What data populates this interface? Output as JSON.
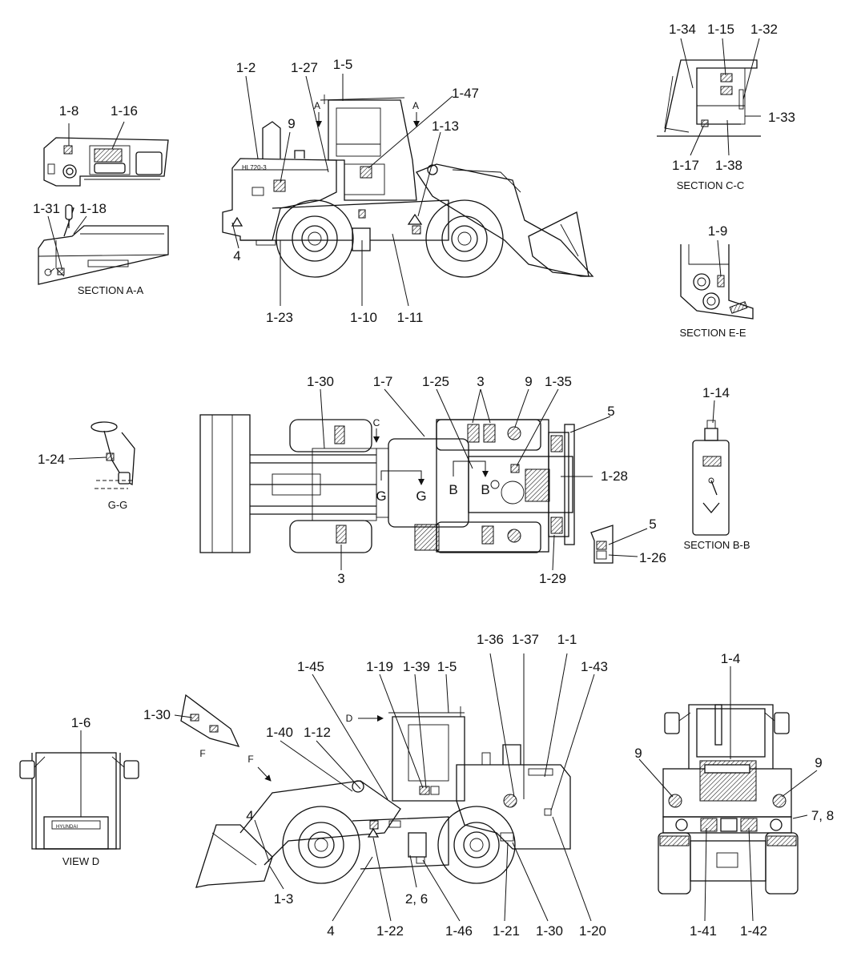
{
  "captions": {
    "section_aa": "SECTION A-A",
    "section_cc": "SECTION C-C",
    "section_ee": "SECTION E-E",
    "section_bb": "SECTION B-B",
    "gg": "G-G",
    "view_d": "VIEW D"
  },
  "labels": {
    "l_1_8": "1-8",
    "l_1_16": "1-16",
    "l_1_31": "1-31",
    "l_1_18": "1-18",
    "l_1_2": "1-2",
    "l_1_27": "1-27",
    "l_1_5a": "1-5",
    "l_1_47": "1-47",
    "l_9a": "9",
    "l_1_13": "1-13",
    "l_4a": "4",
    "l_1_23": "1-23",
    "l_1_10": "1-10",
    "l_1_11": "1-11",
    "l_1_34": "1-34",
    "l_1_15": "1-15",
    "l_1_32": "1-32",
    "l_1_33": "1-33",
    "l_1_17": "1-17",
    "l_1_38": "1-38",
    "l_1_9": "1-9",
    "l_1_24": "1-24",
    "l_1_30a": "1-30",
    "l_1_7": "1-7",
    "l_1_25": "1-25",
    "l_3a": "3",
    "l_9b": "9",
    "l_1_35": "1-35",
    "l_5a": "5",
    "l_1_28": "1-28",
    "l_3b": "3",
    "l_1_29": "1-29",
    "l_5b": "5",
    "l_1_26": "1-26",
    "l_1_14": "1-14",
    "l_1_36": "1-36",
    "l_1_37": "1-37",
    "l_1_1": "1-1",
    "l_1_45": "1-45",
    "l_1_19": "1-19",
    "l_1_39": "1-39",
    "l_1_5b": "1-5",
    "l_1_43": "1-43",
    "l_1_30b": "1-30",
    "l_1_40": "1-40",
    "l_1_12": "1-12",
    "l_4b": "4",
    "l_1_3": "1-3",
    "l_4c": "4",
    "l_1_22": "1-22",
    "l_2_6": "2, 6",
    "l_1_46": "1-46",
    "l_1_21": "1-21",
    "l_1_30c": "1-30",
    "l_1_20": "1-20",
    "l_1_6": "1-6",
    "l_1_4": "1-4",
    "l_9c": "9",
    "l_9d": "9",
    "l_7_8": "7, 8",
    "l_1_41": "1-41",
    "l_1_42": "1-42"
  },
  "markers": {
    "a1": "A",
    "a2": "A",
    "c": "C",
    "g1": "G",
    "g2": "G",
    "b1": "B",
    "b2": "B",
    "d": "D",
    "f1": "F",
    "f2": "F"
  },
  "model_badge": "HL720-3"
}
